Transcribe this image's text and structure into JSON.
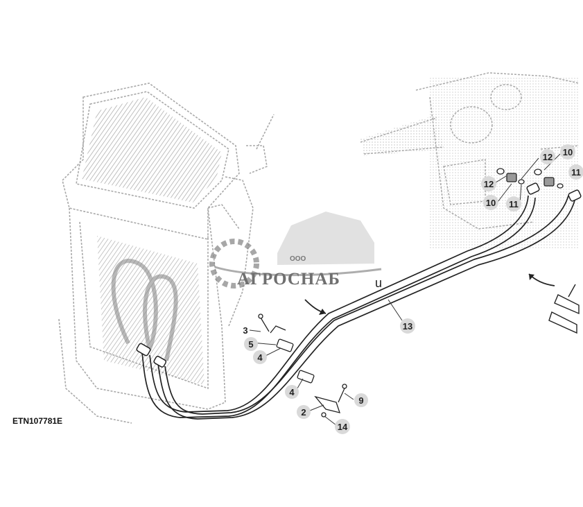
{
  "reference_code": "ETN107781E",
  "watermark": {
    "prefix": "ООО",
    "name": "АГРОСНАБ",
    "suffix": "u"
  },
  "callouts": [
    {
      "id": "c13",
      "label": "13"
    },
    {
      "id": "c3",
      "label": "3"
    },
    {
      "id": "c5",
      "label": "5"
    },
    {
      "id": "c4a",
      "label": "4"
    },
    {
      "id": "c4b",
      "label": "4"
    },
    {
      "id": "c2",
      "label": "2"
    },
    {
      "id": "c9",
      "label": "9"
    },
    {
      "id": "c14",
      "label": "14"
    },
    {
      "id": "c12a",
      "label": "12"
    },
    {
      "id": "c10a",
      "label": "10"
    },
    {
      "id": "c11a",
      "label": "11"
    },
    {
      "id": "c12b",
      "label": "12"
    },
    {
      "id": "c10b",
      "label": "10"
    },
    {
      "id": "c11b",
      "label": "11"
    }
  ],
  "colors": {
    "line": "#222222",
    "callout_fill": "#d9d9d9",
    "sketch": "#b5b5b5",
    "watermark": "#8a8a8a"
  }
}
